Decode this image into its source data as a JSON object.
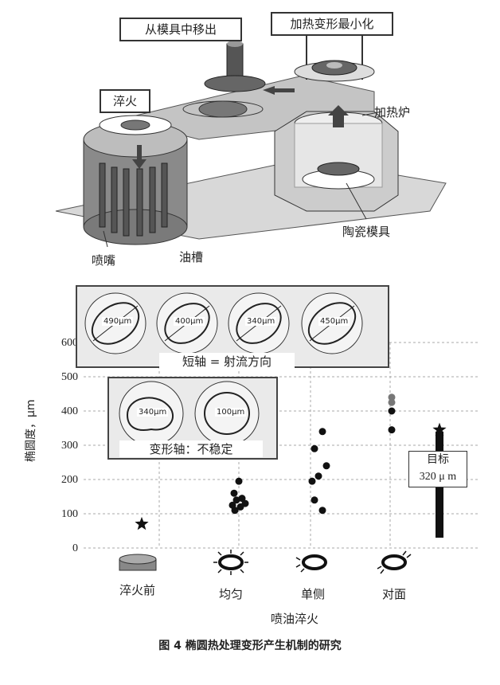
{
  "top": {
    "remove_from_mold": "从模具中移出",
    "minimize_deformation": "加热变形最小化",
    "quench": "淬火",
    "furnace": "加热炉",
    "ceramic_mold": "陶瓷模具",
    "nozzle": "喷嘴",
    "oil_tank": "油槽"
  },
  "chart": {
    "ylabel": "椭圆度，μm",
    "inset_top_label": "短轴 = 射流方向",
    "inset_top_rings": [
      "490μm",
      "400μm",
      "340μm",
      "450μm"
    ],
    "inset_bot_label": "变形轴：不稳定",
    "inset_bot_rings": [
      "340μm",
      "100μm"
    ],
    "target_label_1": "目标",
    "target_label_2": "320 μ m",
    "xcats": [
      "淬火前",
      "均匀",
      "单侧",
      "对面"
    ],
    "xgroup": "喷油淬火",
    "caption": "图 4  椭圆热处理变形产生机制的研究"
  },
  "chart_data": {
    "type": "scatter",
    "ylabel": "椭圆度，μm",
    "ylim": [
      0,
      600
    ],
    "yticks": [
      0,
      100,
      200,
      300,
      400,
      500,
      600
    ],
    "categories": [
      "淬火前",
      "均匀",
      "单侧",
      "对面"
    ],
    "series": [
      {
        "category": "淬火前",
        "marker": "star",
        "values": [
          70
        ]
      },
      {
        "category": "均匀",
        "marker": "dot",
        "values": [
          195,
          160,
          145,
          140,
          130,
          125,
          120,
          110
        ]
      },
      {
        "category": "单侧",
        "marker": "dot",
        "values": [
          340,
          290,
          240,
          210,
          195,
          140,
          110
        ]
      },
      {
        "category": "对面",
        "marker": "dot",
        "values": [
          440,
          425,
          400,
          345
        ]
      },
      {
        "category": "目标",
        "marker": "star",
        "values": [
          345
        ]
      }
    ],
    "target_value_label": "320 μ m",
    "target_range": [
      30,
      340
    ]
  }
}
